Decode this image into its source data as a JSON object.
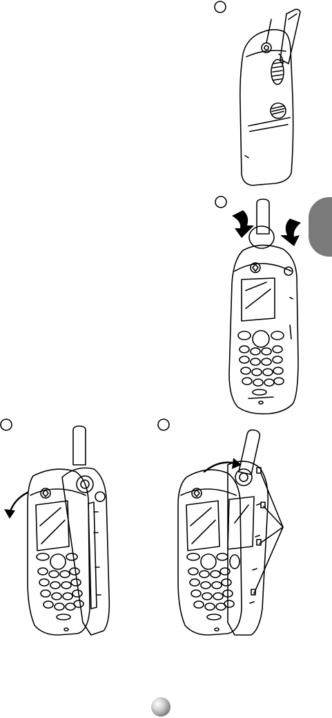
{
  "figure": {
    "steps": [
      {
        "id": 1,
        "label": ""
      },
      {
        "id": 2,
        "label": ""
      },
      {
        "id": 3,
        "label": ""
      },
      {
        "id": 4,
        "label": ""
      }
    ]
  }
}
